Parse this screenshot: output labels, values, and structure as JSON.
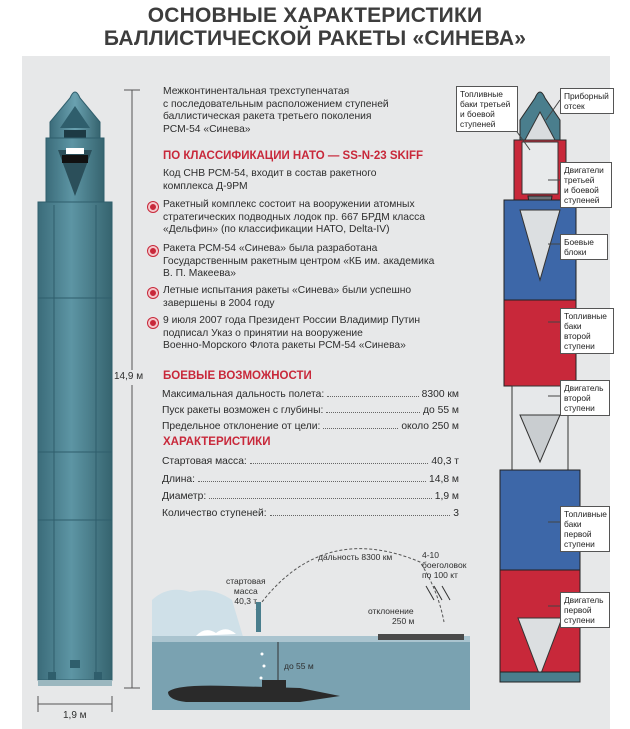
{
  "title_line1": "ОСНОВНЫЕ ХАРАКТЕРИСТИКИ",
  "title_line2": "БАЛЛИСТИЧЕСКОЙ РАКЕТЫ «СИНЕВА»",
  "intro": [
    "Межконтинентальная трехступенчатая",
    "с последовательным расположением ступеней",
    "баллистическая ракета третьего поколения",
    "РСМ-54 «Синева»"
  ],
  "nato_heading": "ПО КЛАССИФИКАЦИИ НАТО — SS-N-23 SKIFF",
  "nato_text": [
    "Код СНВ РСМ-54, входит в состав ракетного",
    "комплекса Д-9РМ"
  ],
  "bullets": [
    [
      "Ракетный комплекс состоит на вооружении атомных",
      "стратегических подводных лодок пр. 667 БРДМ класса",
      "«Дельфин» (по классификации НАТО, Delta-IV)"
    ],
    [
      "Ракета РСМ-54 «Синева» была разработана",
      "Государственным ракетным центром «КБ им. академика",
      "В. П. Макеева»"
    ],
    [
      "Летные испытания ракеты «Синева» были успешно",
      "завершены в 2004 году"
    ],
    [
      "9 июля 2007 года Президент России Владимир Путин",
      "подписал Указ о принятии на вооружение",
      "Военно-Морского Флота ракеты РСМ-54 «Синева»"
    ]
  ],
  "combat_heading": "БОЕВЫЕ ВОЗМОЖНОСТИ",
  "combat_rows": [
    {
      "label": "Максимальная дальность полета:",
      "value": "8300 км"
    },
    {
      "label": "Пуск ракеты возможен с глубины:",
      "value": "до 55 м"
    },
    {
      "label": "Предельное отклонение от цели:",
      "value": "около 250 м"
    }
  ],
  "spec_heading": "ХАРАКТЕРИСТИКИ",
  "spec_rows": [
    {
      "label": "Стартовая масса:",
      "value": "40,3 т"
    },
    {
      "label": "Длина:",
      "value": "14,8 м"
    },
    {
      "label": "Диаметр:",
      "value": "1,9 м"
    },
    {
      "label": "Количество ступеней:",
      "value": "3"
    }
  ],
  "height_label": "14,9 м",
  "width_label": "1,9 м",
  "scheme": {
    "range": "дальность 8300 км",
    "warheads": [
      "4-10",
      "боеголовок",
      "по 100 кт"
    ],
    "mass": [
      "стартовая",
      "масса",
      "40,3 т"
    ],
    "deviation": [
      "отклонение",
      "250 м"
    ],
    "depth": "до 55 м"
  },
  "callouts": {
    "fuel3": [
      "Топливные",
      "баки третьей",
      "и боевой",
      "ступеней"
    ],
    "instrument": [
      "Приборный",
      "отсек"
    ],
    "engines3": [
      "Двигатели",
      "третьей",
      "и боевой",
      "ступеней"
    ],
    "warhead_blocks": [
      "Боевые",
      "блоки"
    ],
    "fuel2": [
      "Топливные",
      "баки второй",
      "ступени"
    ],
    "engine2": [
      "Двигатель",
      "второй",
      "ступени"
    ],
    "fuel1": [
      "Топливные",
      "баки",
      "первой",
      "ступени"
    ],
    "engine1": [
      "Двигатель",
      "первой",
      "ступени"
    ]
  },
  "colors": {
    "accent": "#c8283a",
    "rocket_body": "#4a7e8d",
    "panel": "#e7e8e9",
    "rocket_dark": "#2f5e6c"
  }
}
